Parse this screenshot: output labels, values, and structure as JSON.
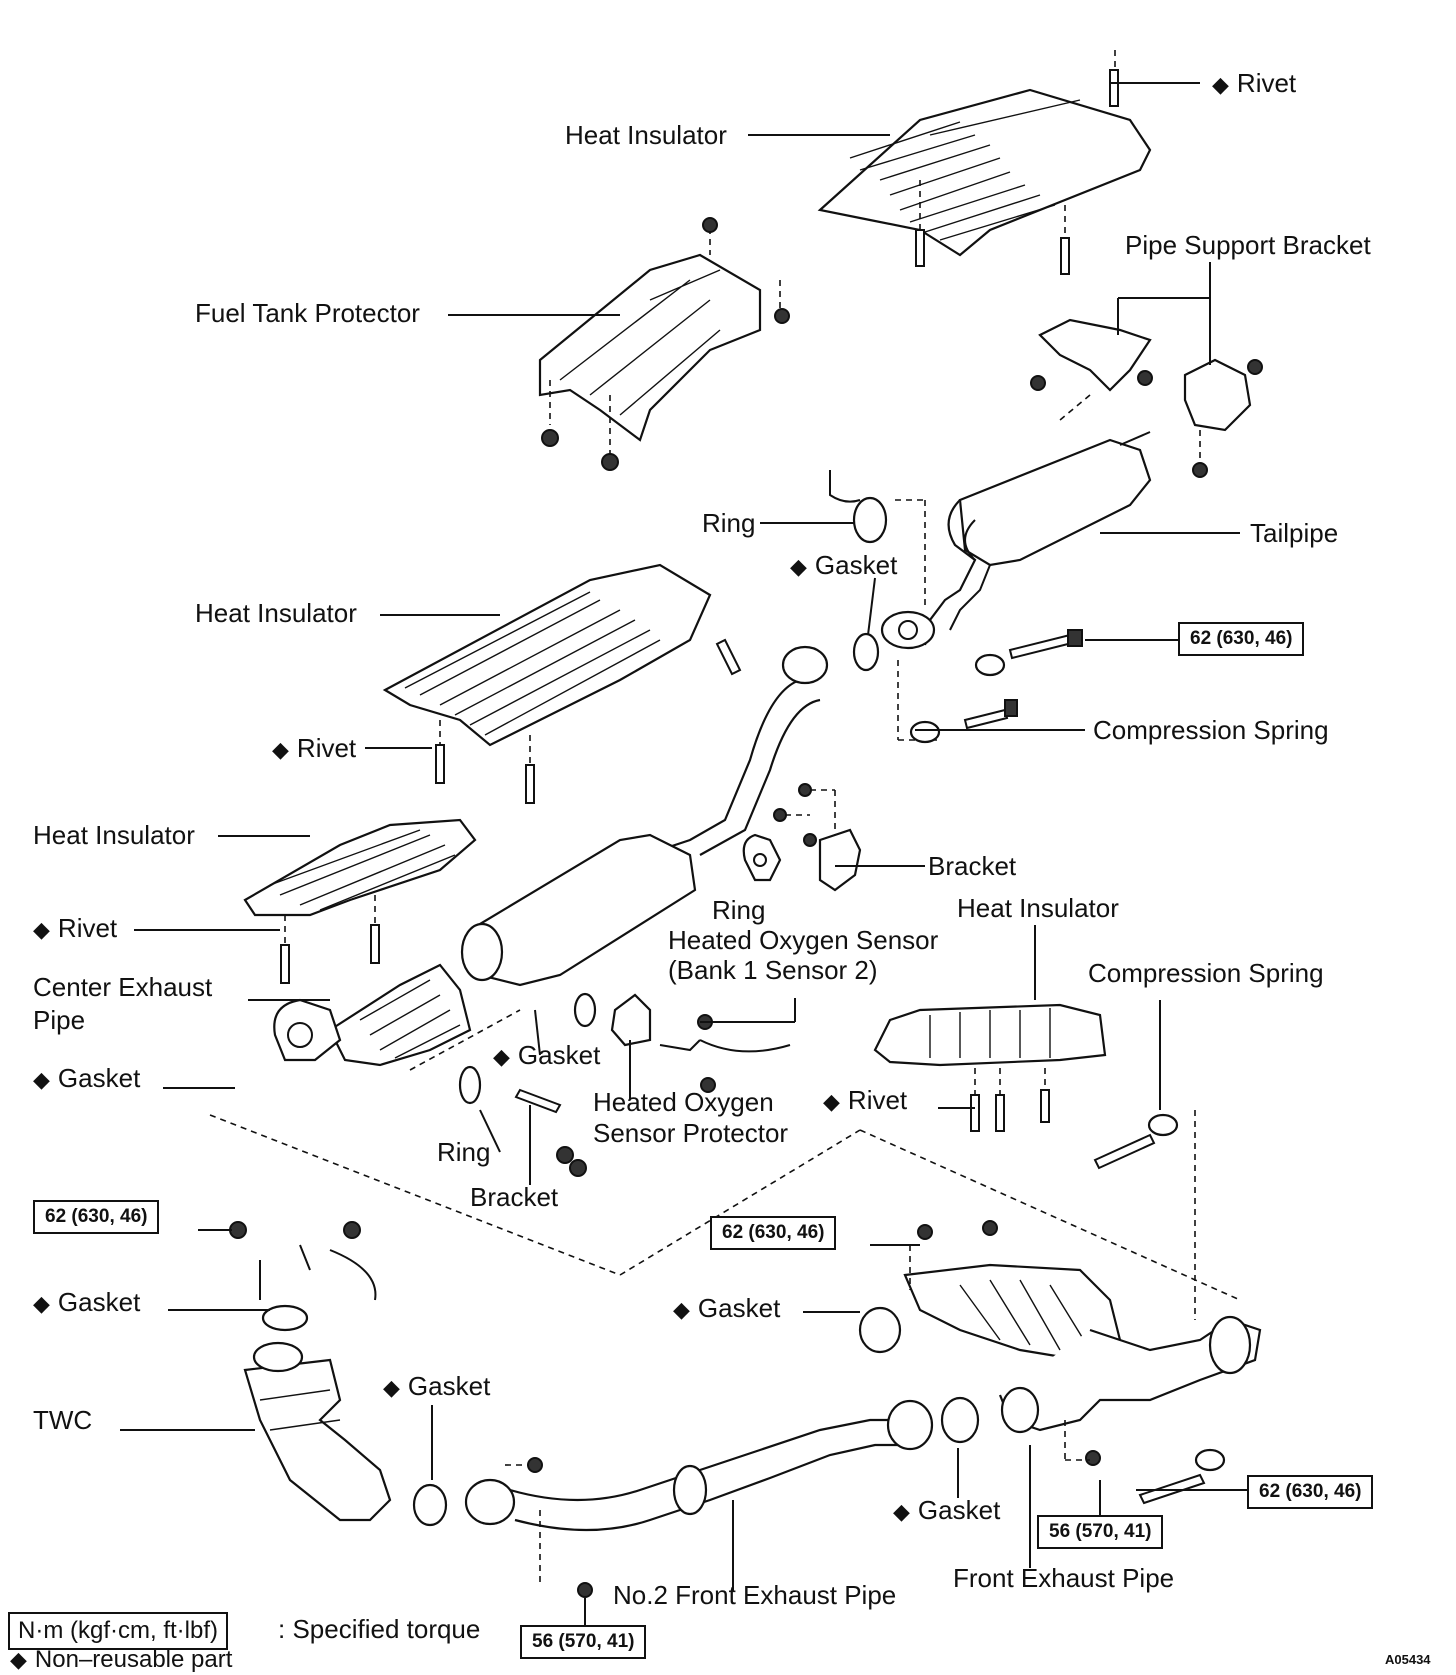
{
  "labels": {
    "rivet_top": "Rivet",
    "heat_insulator_top": "Heat Insulator",
    "pipe_support_bracket": "Pipe Support Bracket",
    "fuel_tank_protector": "Fuel Tank Protector",
    "ring_upper": "Ring",
    "tailpipe": "Tailpipe",
    "gasket_upper": "Gasket",
    "heat_insulator_mid": "Heat Insulator",
    "compression_spring_upper": "Compression Spring",
    "rivet_mid": "Rivet",
    "heat_insulator_left": "Heat Insulator",
    "bracket_right": "Bracket",
    "ring_mid": "Ring",
    "heat_insulator_right": "Heat Insulator",
    "rivet_left": "Rivet",
    "heated_oxygen_sensor": "Heated Oxygen Sensor",
    "heated_oxygen_sensor_bank": "(Bank 1 Sensor 2)",
    "compression_spring_lower": "Compression Spring",
    "center_exhaust_pipe_1": "Center Exhaust",
    "center_exhaust_pipe_2": "Pipe",
    "gasket_left": "Gasket",
    "gasket_center": "Gasket",
    "heated_oxygen_sensor_protector_1": "Heated Oxygen",
    "heated_oxygen_sensor_protector_2": "Sensor Protector",
    "rivet_right": "Rivet",
    "ring_lower": "Ring",
    "bracket_lower": "Bracket",
    "gasket_twc": "Gasket",
    "gasket_front": "Gasket",
    "twc": "TWC",
    "gasket_no2": "Gasket",
    "gasket_front_pipe": "Gasket",
    "no2_front_exhaust_pipe": "No.2 Front Exhaust Pipe",
    "front_exhaust_pipe": "Front Exhaust Pipe"
  },
  "torque_values": {
    "tailpipe_bolt": "62 (630, 46)",
    "twc_nut": "62 (630, 46)",
    "front_pipe_nut": "62 (630, 46)",
    "front_pipe_spring_bolt": "62 (630, 46)",
    "front_pipe_bolt": "56 (570, 41)",
    "no2_pipe_bolt": "56 (570, 41)"
  },
  "legend": {
    "torque_box": "N·m (kgf·cm, ft·lbf)",
    "torque_text": ": Specified torque",
    "nonreusable_symbol": "◆",
    "nonreusable_text": "Non–reusable part"
  },
  "figure_code": "A05434",
  "symbols": {
    "diamond": "◆"
  }
}
